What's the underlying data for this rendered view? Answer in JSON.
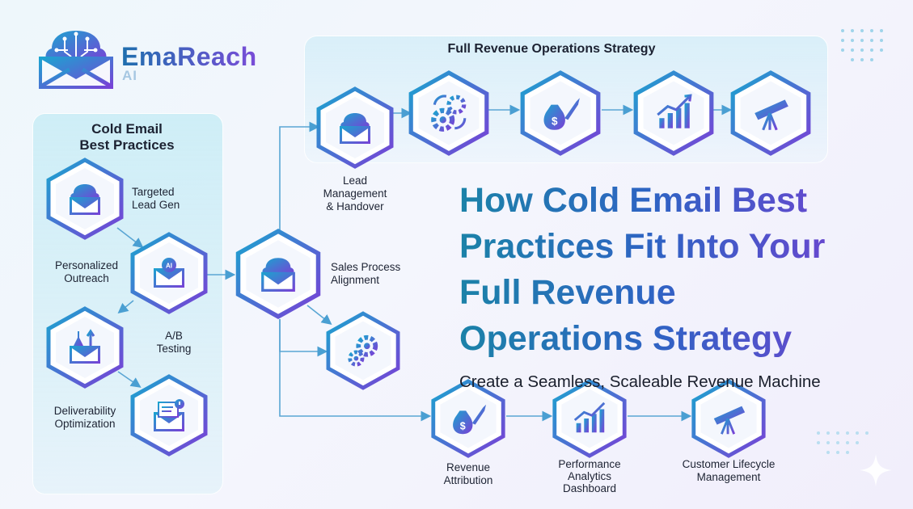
{
  "brand": {
    "name": "EmaReach",
    "sub": "AI"
  },
  "panels": {
    "left_title_line1": "Cold Email",
    "left_title_line2": "Best Practices",
    "top_title": "Full Revenue Operations Strategy"
  },
  "headline": {
    "line1": "How Cold Email Best",
    "line2": "Practices Fit Into Your",
    "line3": "Full Revenue",
    "line4": "Operations Strategy",
    "subtitle": "Create a Seamless, Scaleable Revenue Machine"
  },
  "nodes": {
    "targeted": {
      "line1": "Targeted",
      "line2": "Lead Gen",
      "icon": "envelope-brain-icon"
    },
    "personalized": {
      "line1": "Personalized",
      "line2": "Outreach",
      "icon": "ai-envelope-icon"
    },
    "ab": {
      "line1": "A/B",
      "line2": "Testing",
      "icon": "flask-envelope-icon"
    },
    "deliverability": {
      "line1": "Deliverability",
      "line2": "Optimization",
      "icon": "alert-envelope-icon"
    },
    "hub": {
      "line1": "Sales Process",
      "line2": "Alignment",
      "icon": "envelope-brain-icon"
    },
    "gear_small": {
      "icon": "gears-icon"
    },
    "lead_mgmt": {
      "line1": "Lead",
      "line2": "Management",
      "line3": "& Handover",
      "icon": "envelope-brain-icon"
    },
    "top_gears": {
      "icon": "gears-cycle-icon"
    },
    "top_money": {
      "icon": "money-rocket-icon"
    },
    "top_chart": {
      "icon": "growth-chart-icon"
    },
    "top_telescope": {
      "icon": "telescope-icon"
    },
    "revenue": {
      "line1": "Revenue",
      "line2": "Attribution",
      "icon": "money-rocket-icon"
    },
    "analytics": {
      "line1": "Performance",
      "line2": "Analytics",
      "line3": "Dashboard",
      "icon": "growth-chart-icon"
    },
    "lifecycle": {
      "line1": "Customer Lifecycle",
      "line2": "Management",
      "icon": "telescope-icon"
    }
  },
  "colors": {
    "teal": "#1b9fc4",
    "purple": "#7b3ed3",
    "wire": "#5aa6d4"
  }
}
